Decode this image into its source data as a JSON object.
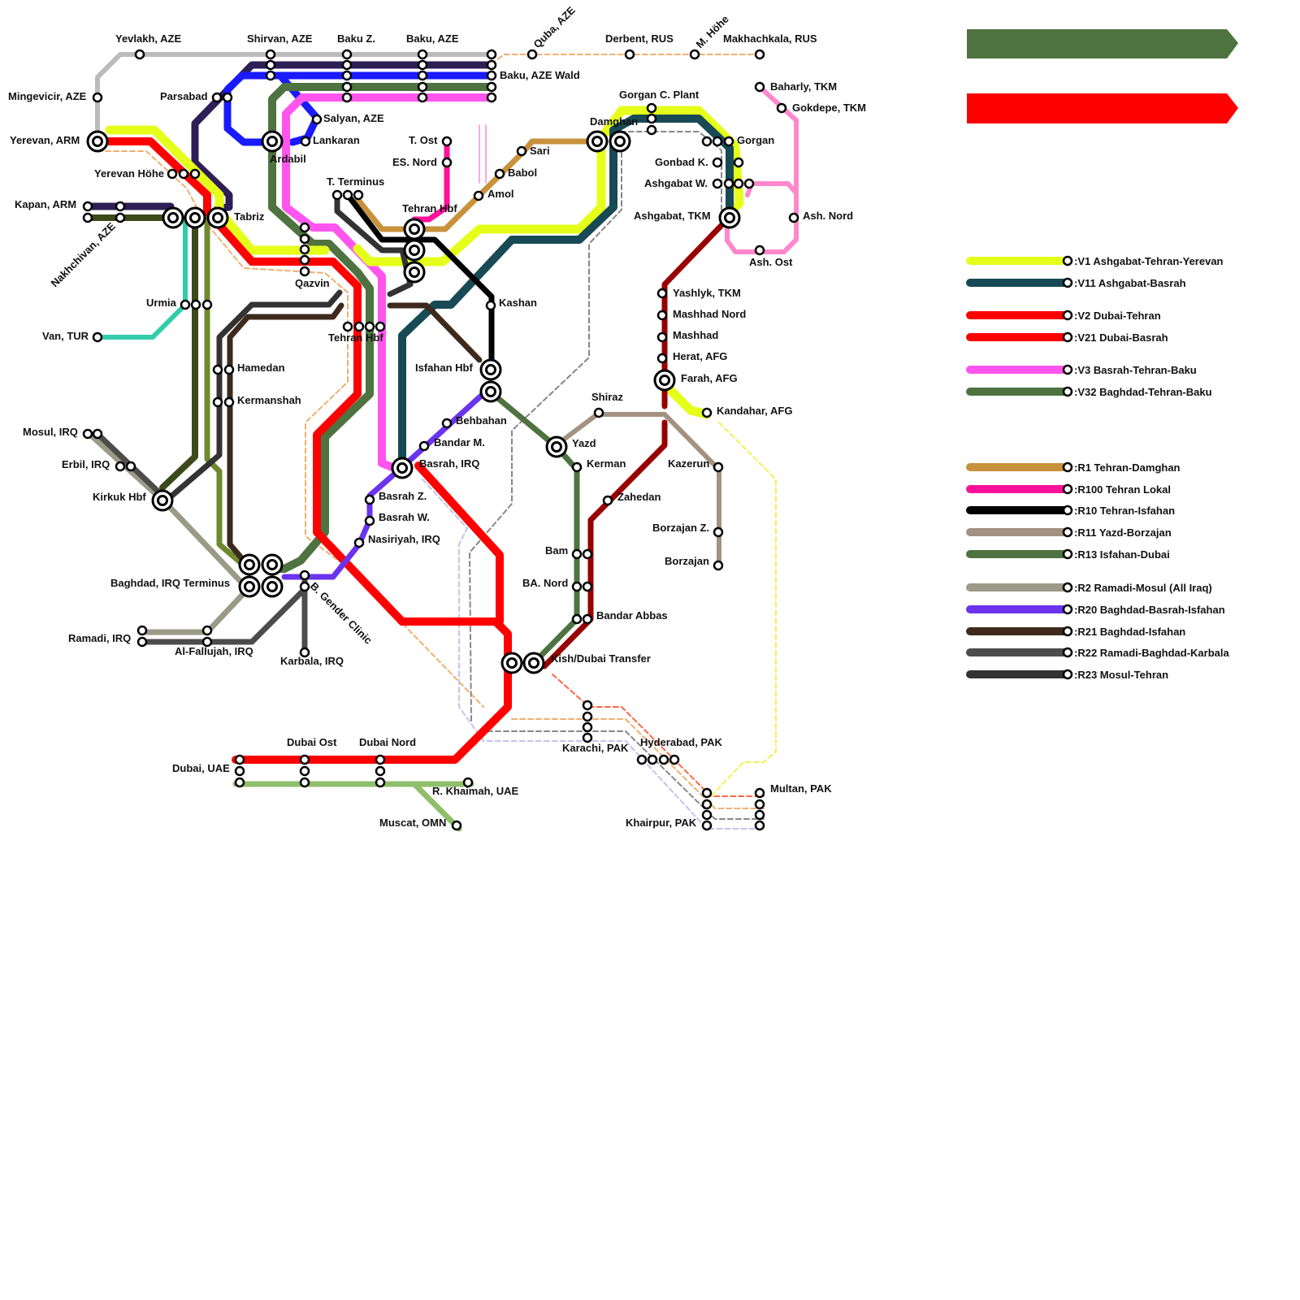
{
  "colors": {
    "v1": "#e5ff1a",
    "v11": "#174a55",
    "v2": "#ff0000",
    "v21": "#ff0000",
    "v3": "#ff55ee",
    "v32": "#4e7340",
    "r1": "#c8913c",
    "r100": "#ff1199",
    "r10": "#000000",
    "r11": "#a39181",
    "r13": "#4e7340",
    "r2": "#9a9a86",
    "r20": "#6a33ee",
    "r21": "#3e2a1c",
    "r22": "#4c4c4c",
    "r23": "#333333",
    "grey": "#bbbbbb",
    "navy": "#2d1f55",
    "blue": "#1a1aff",
    "teal": "#33ccaa",
    "olive": "#3b4a1a",
    "olive2": "#6f8a2e",
    "darkred": "#990000",
    "pink": "#ff88cc",
    "lightgreen": "#8fbf6a",
    "dash_orange": "#f0b070",
    "dash_grey": "#888888",
    "dash_lav": "#c8c0ee",
    "dash_salmon": "#ff6644",
    "dash_yellow": "#f2f255"
  },
  "stations": {
    "yevlakh": "Yevlakh, AZE",
    "shirvan": "Shirvan, AZE",
    "baku_z": "Baku Z.",
    "baku": "Baku, AZE",
    "quba": "Quba, AZE",
    "derbent": "Derbent, RUS",
    "m_hohe": "M. Höhe",
    "makhachkala": "Makhachkala, RUS",
    "mingevicir": "Mingevicir, AZE",
    "parsabad": "Parsabad",
    "baku_wald": "Baku, AZE Wald",
    "salyan": "Salyan, AZE",
    "lankaran": "Lankaran",
    "yerevan": "Yerevan, ARM",
    "ardabil": "Ardabil",
    "yerevan_hohe": "Yerevan Höhe",
    "kapan": "Kapan, ARM",
    "tabriz": "Tabriz",
    "nakhchivan": "Nakhchivan, AZE",
    "t_ost": "T. Ost",
    "es_nord": "ES. Nord",
    "t_terminus": "T. Terminus",
    "tehran_hbf": "Tehran Hbf",
    "sari": "Sari",
    "babol": "Babol",
    "amol": "Amol",
    "damghan": "Damghan",
    "gorgan_cp": "Gorgan C. Plant",
    "gorgan": "Gorgan",
    "gonbad": "Gonbad K.",
    "ashgabat_w": "Ashgabat W.",
    "ashgabat": "Ashgabat, TKM",
    "baharly": "Baharly, TKM",
    "gokdepe": "Gokdepe, TKM",
    "ash_nord": "Ash. Nord",
    "ash_ost": "Ash. Ost",
    "qazvin": "Qazvin",
    "tehran_hbf2": "Tehran Hbf",
    "urmia": "Urmia",
    "van": "Van, TUR",
    "kashan": "Kashan",
    "hamedan": "Hamedan",
    "kermanshah": "Kermanshah",
    "isfahan": "Isfahan Hbf",
    "yashlyk": "Yashlyk, TKM",
    "mashhad_nord": "Mashhad Nord",
    "mashhad": "Mashhad",
    "herat": "Herat, AFG",
    "farah": "Farah, AFG",
    "shiraz": "Shiraz",
    "kandahar": "Kandahar, AFG",
    "mosul": "Mosul, IRQ",
    "erbil": "Erbil, IRQ",
    "kirkuk": "Kirkuk Hbf",
    "behbahan": "Behbahan",
    "bandar_m": "Bandar M.",
    "basrah": "Basrah, IRQ",
    "yazd": "Yazd",
    "kerman": "Kerman",
    "kazerun": "Kazerun",
    "zahedan": "Zahedan",
    "basrah_z": "Basrah Z.",
    "basrah_w": "Basrah W.",
    "nasiriyah": "Nasiriyah, IRQ",
    "borzajan_z": "Borzajan Z.",
    "borzajan": "Borzajan",
    "bam": "Bam",
    "ba_nord": "BA. Nord",
    "bandar_abbas": "Bandar Abbas",
    "baghdad": "Baghdad, IRQ Terminus",
    "b_gender": "B. Gender Clinic",
    "ramadi": "Ramadi, IRQ",
    "fallujah": "Al-Fallujah, IRQ",
    "karbala": "Karbala, IRQ",
    "kish": "Kish/Dubai Transfer",
    "karachi": "Karachi, PAK",
    "hyderabad": "Hyderabad, PAK",
    "dubai_ost": "Dubai Ost",
    "dubai_nord": "Dubai Nord",
    "dubai": "Dubai, UAE",
    "r_khaimah": "R. Khaimah, UAE",
    "muscat": "Muscat, OMN",
    "multan": "Multan, PAK",
    "khairpur": "Khairpur, PAK"
  },
  "legend": [
    {
      "key": "v1",
      "label": ":V1 Ashgabat-Tehran-Yerevan"
    },
    {
      "key": "v11",
      "label": ":V11 Ashgabat-Basrah"
    },
    {
      "key": "v2",
      "label": ":V2 Dubai-Tehran"
    },
    {
      "key": "v21",
      "label": ":V21 Dubai-Basrah"
    },
    {
      "key": "v3",
      "label": ":V3 Basrah-Tehran-Baku"
    },
    {
      "key": "v32",
      "label": ":V32 Baghdad-Tehran-Baku"
    },
    {
      "key": "r1",
      "label": ":R1 Tehran-Damghan"
    },
    {
      "key": "r100",
      "label": ":R100 Tehran Lokal"
    },
    {
      "key": "r10",
      "label": ":R10 Tehran-Isfahan"
    },
    {
      "key": "r11",
      "label": ":R11 Yazd-Borzajan"
    },
    {
      "key": "r13",
      "label": ":R13 Isfahan-Dubai"
    },
    {
      "key": "r2",
      "label": ":R2 Ramadi-Mosul (All Iraq)"
    },
    {
      "key": "r20",
      "label": ":R20 Baghdad-Basrah-Isfahan"
    },
    {
      "key": "r21",
      "label": ":R21 Baghdad-Isfahan"
    },
    {
      "key": "r22",
      "label": ":R22 Ramadi-Baghdad-Karbala"
    },
    {
      "key": "r23",
      "label": ":R23 Mosul-Tehran"
    }
  ]
}
